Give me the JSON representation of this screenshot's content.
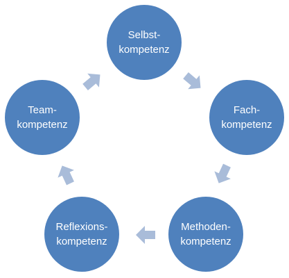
{
  "diagram": {
    "type": "cycle",
    "node_color": "#4f81bd",
    "arrow_color": "#a9bcd9",
    "text_color": "#ffffff",
    "nodes": [
      {
        "id": "selbst",
        "lines": [
          "Selbst-",
          "kompetenz"
        ]
      },
      {
        "id": "fach",
        "lines": [
          "Fach-",
          "kompetenz"
        ]
      },
      {
        "id": "methoden",
        "lines": [
          "Methoden-",
          "kompetenz"
        ]
      },
      {
        "id": "reflexions",
        "lines": [
          "Reflexions-",
          "kompetenz"
        ]
      },
      {
        "id": "team",
        "lines": [
          "Team-",
          "kompetenz"
        ]
      }
    ],
    "flow": [
      {
        "from": "selbst",
        "to": "fach"
      },
      {
        "from": "fach",
        "to": "methoden"
      },
      {
        "from": "methoden",
        "to": "reflexions"
      },
      {
        "from": "reflexions",
        "to": "team"
      },
      {
        "from": "team",
        "to": "selbst"
      }
    ]
  }
}
